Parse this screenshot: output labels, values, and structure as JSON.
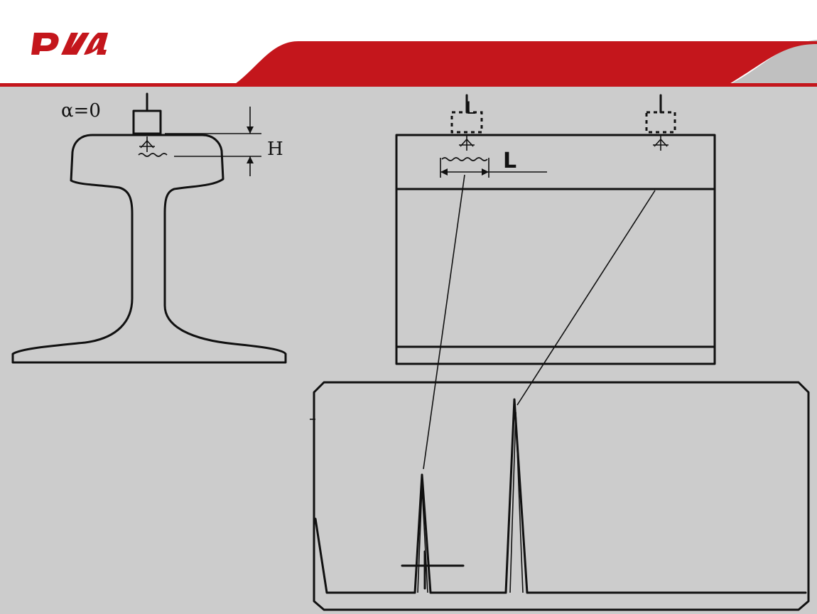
{
  "header": {
    "logo_text": "РЖД",
    "accent_color": "#c4161c",
    "band_color": "#c0c0c0",
    "background_color": "#ffffff"
  },
  "diagram": {
    "background_color": "#cccccc",
    "label_alpha": "α=0",
    "label_h": "H",
    "label_l_top": "L",
    "label_l_span": "L"
  }
}
